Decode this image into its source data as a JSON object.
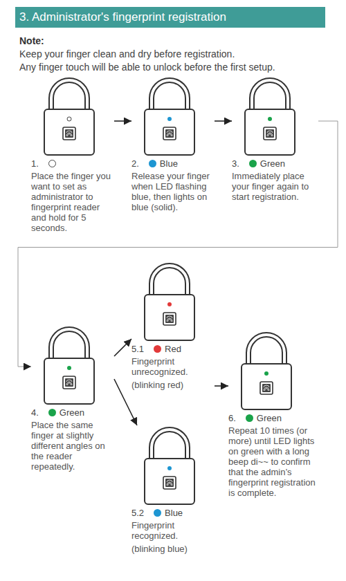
{
  "diagram": {
    "title": "3. Administrator's fingerprint registration",
    "nodes": [
      {
        "text": [
          "1.",
          "Place the finger you want to set as administrator to fingerprint reader and hold for 5 seconds."
        ]
      },
      {
        "text": [
          "2.",
          "Blue",
          "Release your finger when LED flashing blue, then lights on blue (solid)."
        ]
      },
      {
        "text": [
          "3.",
          "Green",
          "Immediately place your finger again to start registration."
        ]
      },
      {
        "text": [
          "4.",
          "Green",
          "Place the same finger at slightly different angles on the reader repeatedly."
        ]
      },
      {
        "text": [
          "5.1",
          "Red",
          "Fingerprint unrecognized.",
          "(blinking red)"
        ]
      },
      {
        "text": [
          "5.2",
          "Blue",
          "Fingerprint recognized.",
          "(blinking blue)"
        ]
      },
      {
        "text": [
          "6.",
          "Green",
          "Repeat 10 times (or more) until LED lights on green with a long beep di~~ to confirm that the admin’s fingerprint registration is complete."
        ]
      }
    ],
    "edges": [
      {
        "from": 0,
        "to": 1,
        "arrow": "to"
      },
      {
        "from": 1,
        "to": 2,
        "arrow": "to"
      },
      {
        "from": 2,
        "to": 3,
        "arrow": "to"
      },
      {
        "from": 3,
        "to": 4,
        "arrow": "to"
      },
      {
        "from": 3,
        "to": 5,
        "arrow": "to"
      },
      {
        "from": 4,
        "to": 6,
        "arrow": "to"
      }
    ],
    "labels": [
      "Note:",
      "Keep your finger clean and dry before registration.",
      "Any finger touch will be able to unlock before the first setup."
    ]
  }
}
